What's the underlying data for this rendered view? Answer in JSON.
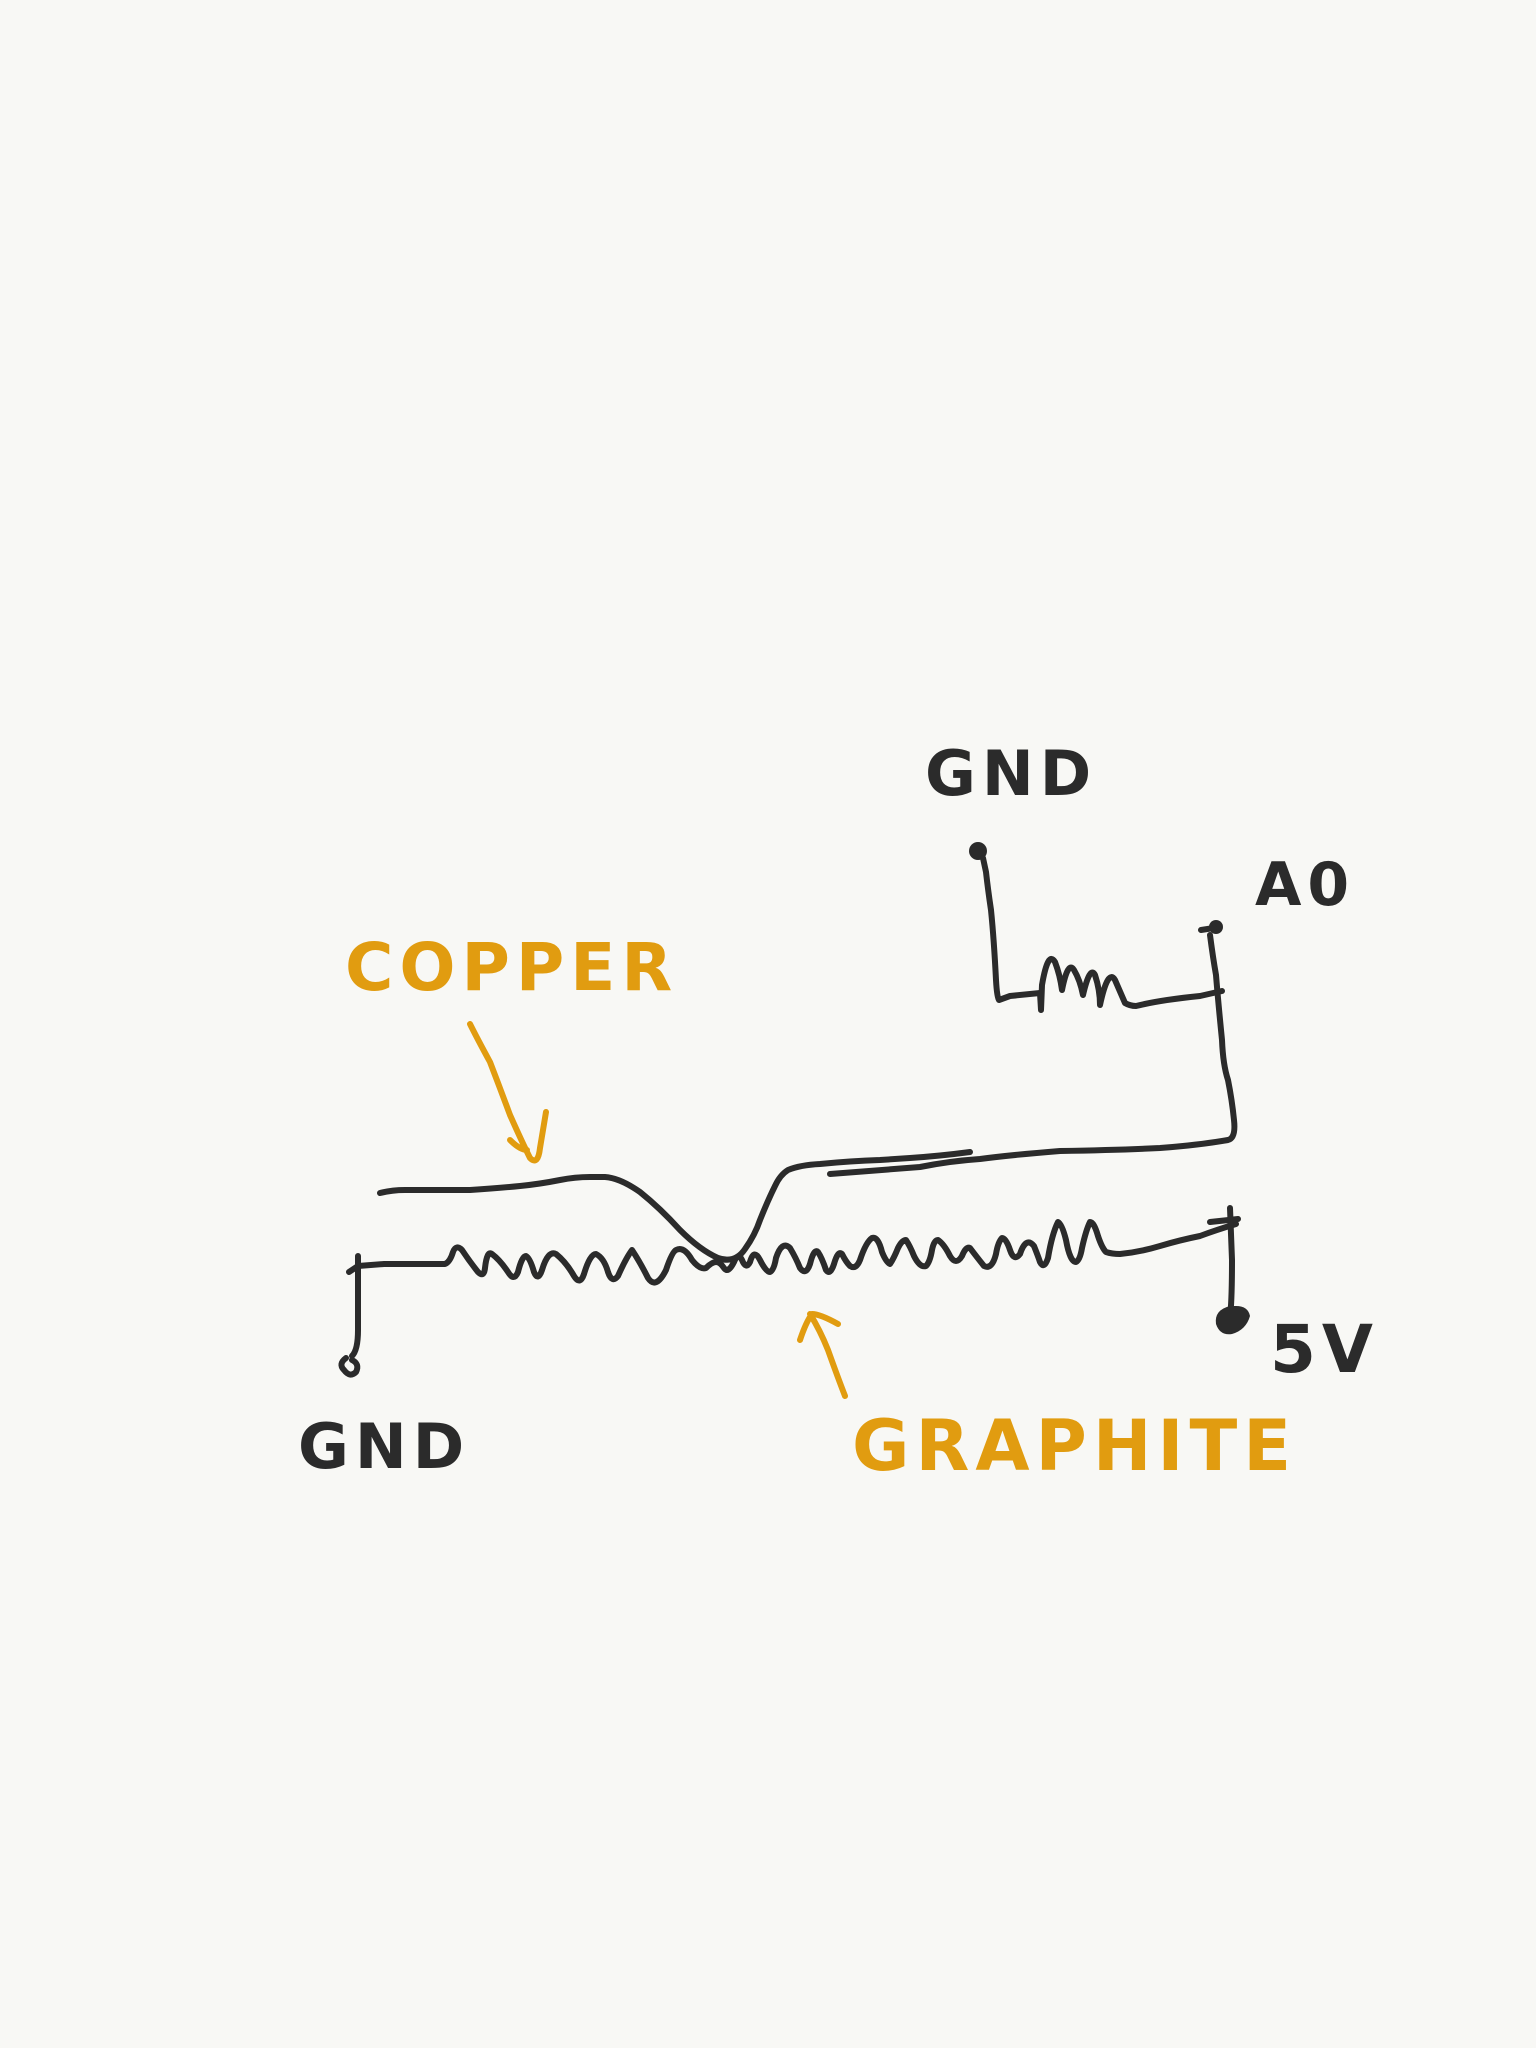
{
  "colors": {
    "background": "#f8f8f5",
    "ink": "#2b2b2b",
    "accent": "#e19c10"
  },
  "labels": {
    "gnd_top": "GND",
    "a0": "A0",
    "copper": "COPPER",
    "gnd_bottom": "GND",
    "five_v": "5V",
    "graphite": "GRAPHITE"
  }
}
